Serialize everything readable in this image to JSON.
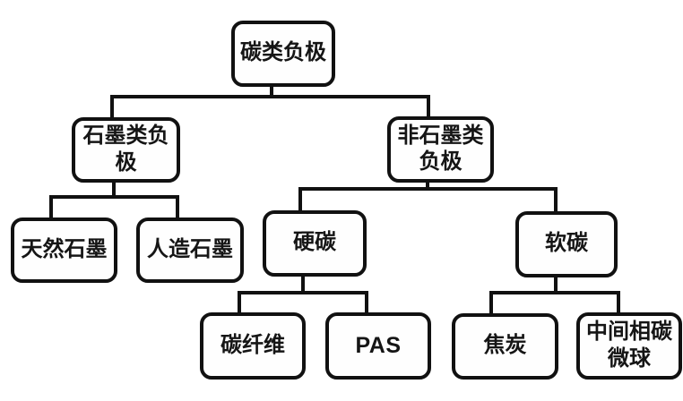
{
  "diagram": {
    "type": "tree-flowchart",
    "background_color": "#ffffff",
    "box_border_color": "#111111",
    "line_color": "#111111",
    "nodes": {
      "root": {
        "label": "碳类负极"
      },
      "graphite": {
        "label": "石墨类负\n极"
      },
      "non_graphite": {
        "label": "非石墨类\n负极"
      },
      "natural_graphite": {
        "label": "天然石墨"
      },
      "artificial_graphite": {
        "label": "人造石墨"
      },
      "hard_carbon": {
        "label": "硬碳"
      },
      "soft_carbon": {
        "label": "软碳"
      },
      "carbon_fiber": {
        "label": "碳纤维"
      },
      "pas": {
        "label": "PAS"
      },
      "coke": {
        "label": "焦炭"
      },
      "mesocarbon_microbeads": {
        "label": "中间相碳\n微球"
      }
    },
    "edges": [
      {
        "from": "root",
        "to": "graphite"
      },
      {
        "from": "root",
        "to": "non_graphite"
      },
      {
        "from": "graphite",
        "to": "natural_graphite"
      },
      {
        "from": "graphite",
        "to": "artificial_graphite"
      },
      {
        "from": "non_graphite",
        "to": "hard_carbon"
      },
      {
        "from": "non_graphite",
        "to": "soft_carbon"
      },
      {
        "from": "hard_carbon",
        "to": "carbon_fiber"
      },
      {
        "from": "hard_carbon",
        "to": "pas"
      },
      {
        "from": "soft_carbon",
        "to": "coke"
      },
      {
        "from": "soft_carbon",
        "to": "mesocarbon_microbeads"
      }
    ]
  }
}
